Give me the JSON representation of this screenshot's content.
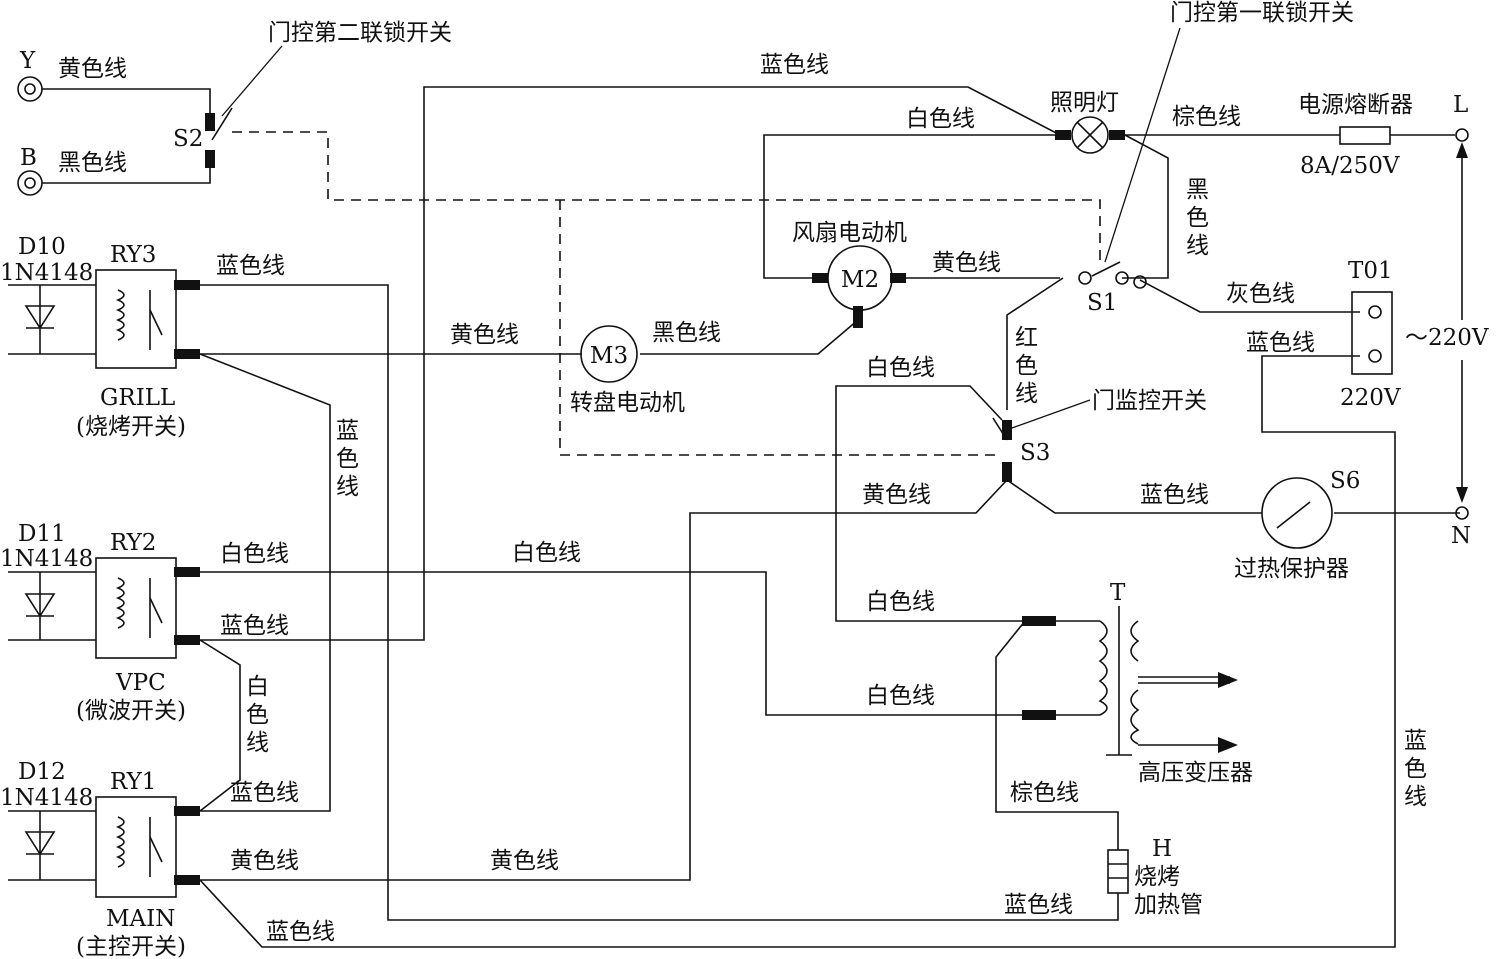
{
  "terminals": {
    "Y": "Y",
    "B": "B",
    "L": "L",
    "N": "N"
  },
  "components": {
    "S2": "S2",
    "S1": "S1",
    "S3": "S3",
    "S6": "S6",
    "T01": "T01",
    "T": "T",
    "H": "H",
    "M2": "M2",
    "M3": "M3",
    "RY1": "RY1",
    "RY2": "RY2",
    "RY3": "RY3",
    "D10": "D10",
    "D11": "D11",
    "D12": "D12",
    "diode_part": "1N4148",
    "GRILL": "GRILL",
    "GRILL_cn": "(烧烤开关)",
    "VPC": "VPC",
    "VPC_cn": "(微波开关)",
    "MAIN": "MAIN",
    "MAIN_cn": "(主控开关)",
    "door_interlock_2": "门控第二联锁开关",
    "door_interlock_1": "门控第一联锁开关",
    "door_monitor": "门监控开关",
    "lamp": "照明灯",
    "fuse": "电源熔断器",
    "fuse_rating": "8A/250V",
    "fan_motor": "风扇电动机",
    "turntable_motor": "转盘电动机",
    "thermal_protector": "过热保护器",
    "hv_transformer": "高压变压器",
    "grill_heater_1": "烧烤",
    "grill_heater_2": "加热管",
    "voltage_ac": "～220V",
    "voltage_t01": "220V"
  },
  "wires": {
    "yellow": "黄色线",
    "black": "黑色线",
    "blue": "蓝色线",
    "white": "白色线",
    "brown": "棕色线",
    "gray": "灰色线",
    "vertical_blue": [
      "蓝",
      "色",
      "线"
    ],
    "vertical_white": [
      "白",
      "色",
      "线"
    ],
    "vertical_black": [
      "黑",
      "色",
      "线"
    ],
    "vertical_red": [
      "红",
      "色",
      "线"
    ]
  }
}
